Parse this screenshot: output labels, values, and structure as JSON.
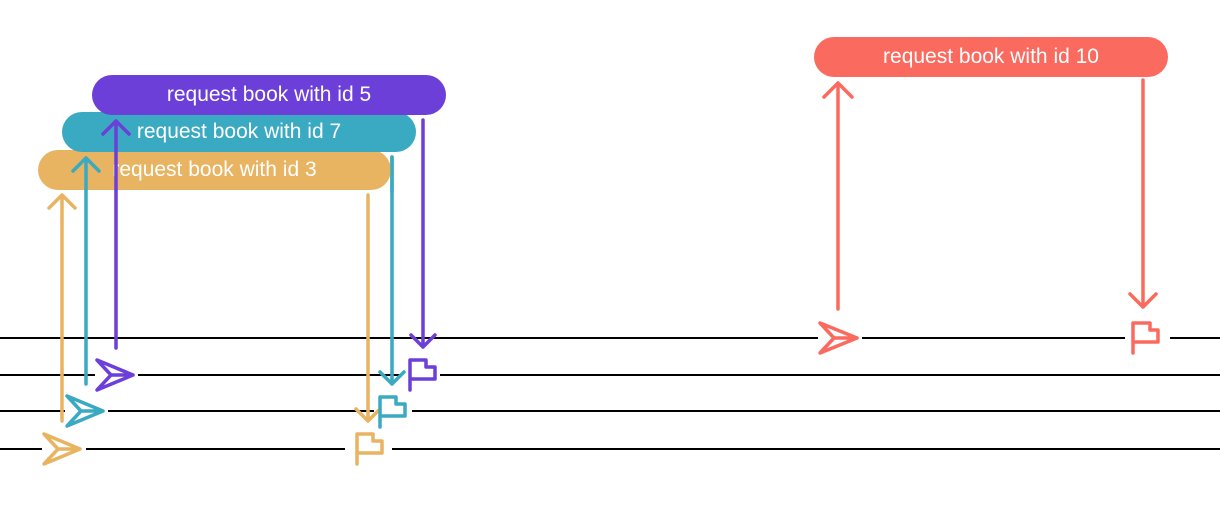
{
  "colors": {
    "timeline": "#000000",
    "orange": "#e8b461",
    "teal": "#3aa9c2",
    "purple": "#6c3fd9",
    "coral": "#fb6a5f"
  },
  "icons": {
    "send": "paper-plane-icon",
    "done": "flag-icon"
  },
  "requests": {
    "id3": {
      "label": "request book with id 3"
    },
    "id7": {
      "label": "request book with id 7"
    },
    "id5": {
      "label": "request book with id 5"
    },
    "id10": {
      "label": "request book with id 10"
    }
  }
}
